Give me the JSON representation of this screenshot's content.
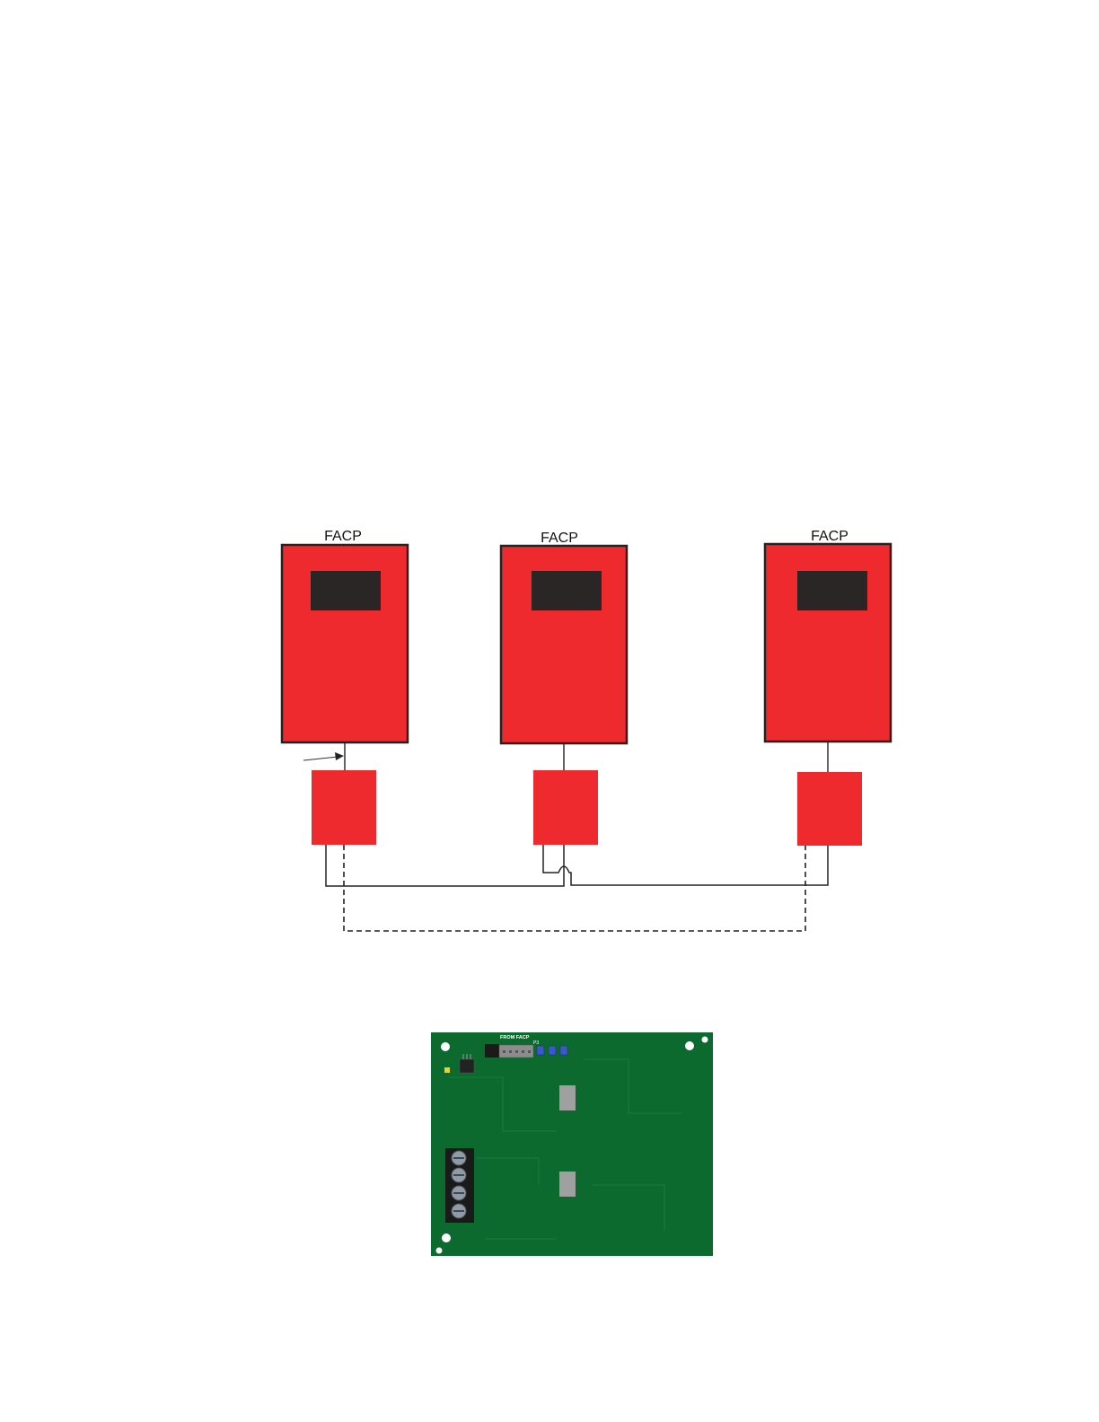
{
  "diagram": {
    "panels": [
      {
        "label": "FACP"
      },
      {
        "label": "FACP"
      },
      {
        "label": "FACP"
      }
    ],
    "wiring": {
      "solid_line": "network wiring",
      "dashed_line": "network wiring"
    },
    "board": {
      "connector_label": "FROM FACP",
      "jumper_label": "P3"
    },
    "colors": {
      "panel_fill": "#ee2a2e",
      "panel_border": "#2b2020",
      "display": "#2b2626",
      "module_fill": "#ee2a2e",
      "board_green": "#0c6a2e",
      "board_trace": "#1a7a3c",
      "wire": "#222222"
    }
  }
}
